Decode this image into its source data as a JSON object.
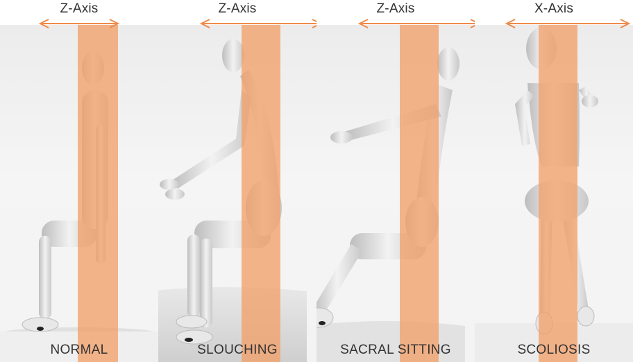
{
  "colors": {
    "arrow": "#ef8a4a",
    "band": "#f2a06a",
    "mannequin": "#e6e6e6",
    "mannequin_shade": "#c9c9c9",
    "label": "#333333"
  },
  "panels": [
    {
      "axis": "Z-Axis",
      "posture": "NORMAL"
    },
    {
      "axis": "Z-Axis",
      "posture": "SLOUCHING"
    },
    {
      "axis": "Z-Axis",
      "posture": "SACRAL SITTING"
    },
    {
      "axis": "X-Axis",
      "posture": "SCOLIOSIS"
    }
  ]
}
